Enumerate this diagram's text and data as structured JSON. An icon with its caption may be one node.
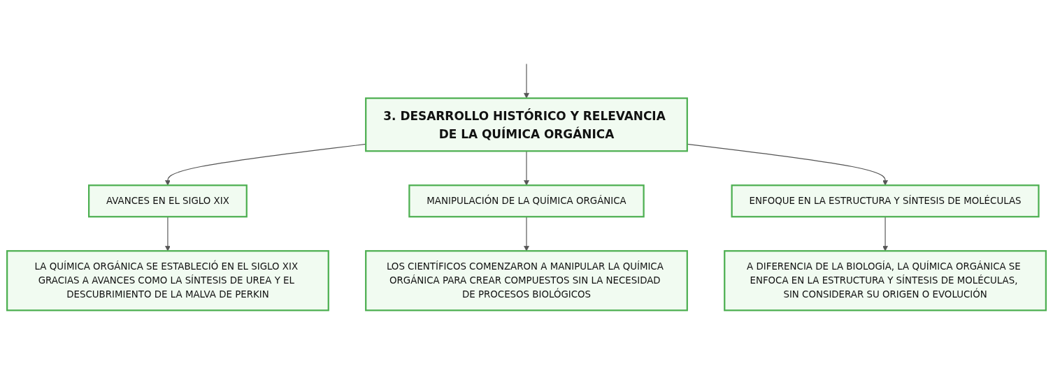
{
  "diagram": {
    "nodes": [
      {
        "text": [
          "3. DESARROLLO HISTÓRICO Y RELEVANCIA DE LA QUÍMICA ORGÁNICA"
        ]
      },
      {
        "text": [
          "AVANCES EN EL SIGLO XIX"
        ]
      },
      {
        "text": [
          "MANIPULACIÓN DE LA QUÍMICA ORGÁNICA"
        ]
      },
      {
        "text": [
          "ENFOQUE EN LA ESTRUCTURA Y SÍNTESIS DE MOLÉCULAS"
        ]
      },
      {
        "text": [
          "LA QUÍMICA ORGÁNICA SE ESTABLECIÓ EN EL SIGLO XIX GRACIAS A AVANCES COMO LA SÍNTESIS DE UREA Y EL DESCUBRIMIENTO DE LA MALVA DE PERKIN"
        ]
      },
      {
        "text": [
          "LOS CIENTÍFICOS COMENZARON A MANIPULAR LA QUÍMICA ORGÁNICA PARA CREAR COMPUESTOS SIN LA NECESIDAD DE PROCESOS BIOLÓGICOS"
        ]
      },
      {
        "text": [
          "A DIFERENCIA DE LA BIOLOGÍA, LA QUÍMICA ORGÁNICA SE ENFOCA EN LA ESTRUCTURA Y SÍNTESIS DE MOLÉCULAS, SIN CONSIDERAR SU ORIGEN O EVOLUCIÓN"
        ]
      }
    ],
    "edges": [
      {
        "from": null,
        "to": 0,
        "arrow": "to"
      },
      {
        "from": 0,
        "to": 1,
        "arrow": "to"
      },
      {
        "from": 0,
        "to": 2,
        "arrow": "to"
      },
      {
        "from": 0,
        "to": 3,
        "arrow": "to"
      },
      {
        "from": 1,
        "to": 4,
        "arrow": "to"
      },
      {
        "from": 2,
        "to": 5,
        "arrow": "to"
      },
      {
        "from": 3,
        "to": 6,
        "arrow": "to"
      }
    ]
  }
}
